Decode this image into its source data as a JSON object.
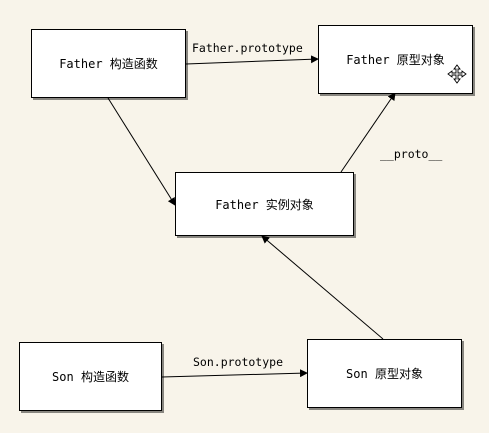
{
  "nodes": {
    "father_constructor": "Father 构造函数",
    "father_prototype": "Father 原型对象",
    "father_instance": "Father 实例对象",
    "son_constructor": "Son 构造函数",
    "son_prototype": "Son 原型对象"
  },
  "edges": {
    "father_prototype_label": "Father.prototype",
    "proto_label": "__proto__",
    "son_prototype_label": "Son.prototype"
  },
  "icons": {
    "move_cursor": "move-cursor-icon"
  }
}
